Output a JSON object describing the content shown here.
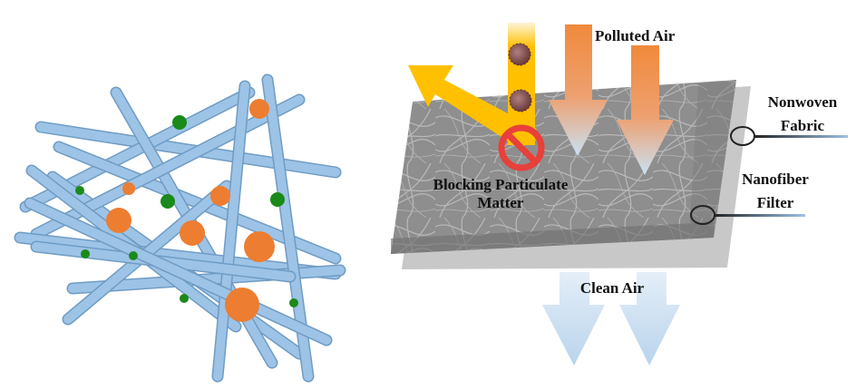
{
  "labels": {
    "polluted_air": "Polluted Air",
    "blocking_line1": "Blocking Particulate",
    "blocking_line2": "Matter",
    "nonwoven_line1": "Nonwoven",
    "nonwoven_line2": "Fabric",
    "nanofiber_line1": "Nanofiber",
    "nanofiber_line2": "Filter",
    "clean_air": "Clean Air"
  },
  "colors": {
    "fiber": "#9dc3e6",
    "fiber_edge": "#6f9cc4",
    "particle_large": "#ed7d31",
    "particle_small": "#1a8a1a",
    "deflected_arrow": "#ffc000",
    "polluted_arrow": "#f08a3c",
    "clean_arrow": "#bdd7ee",
    "block_sign": "#e8403a",
    "filter_mat": "#8c8c8c",
    "backing_sheet": "#c8c8c8"
  },
  "icons": {
    "block_sign": "prohibited-icon",
    "particle": "virus-particle-icon"
  }
}
